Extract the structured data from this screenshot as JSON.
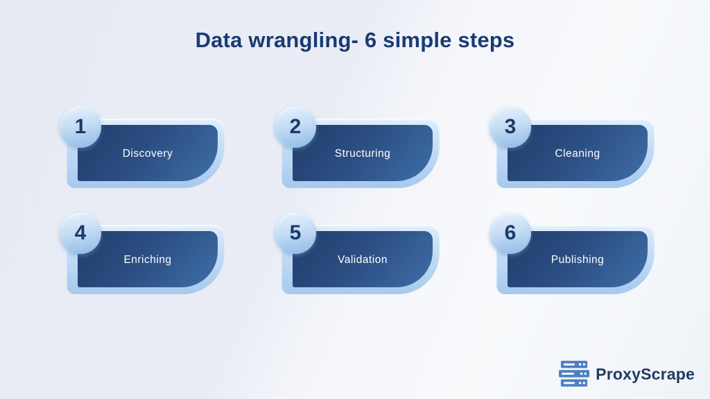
{
  "page": {
    "title": "Data wrangling- 6 simple steps"
  },
  "steps": [
    {
      "number": "1",
      "label": "Discovery"
    },
    {
      "number": "2",
      "label": "Structuring"
    },
    {
      "number": "3",
      "label": "Cleaning"
    },
    {
      "number": "4",
      "label": "Enriching"
    },
    {
      "number": "5",
      "label": "Validation"
    },
    {
      "number": "6",
      "label": "Publishing"
    }
  ],
  "brand": {
    "name": "ProxyScrape",
    "icon": "server-stack-icon"
  },
  "colors": {
    "title_text": "#1a3a72",
    "card_dark_start": "#213e6d",
    "card_dark_end": "#3e6ea7",
    "card_light_start": "#e2effc",
    "card_light_end": "#a6c9ee",
    "badge_number": "#1c3a6a",
    "label_text": "#ffffff",
    "logo_blue": "#4e80c1",
    "logo_text": "#233a63",
    "background": "#e9edf6"
  }
}
